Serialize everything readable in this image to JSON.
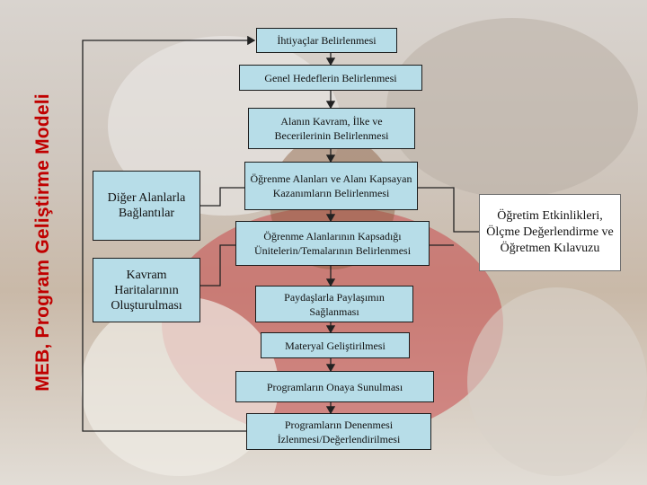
{
  "title": "MEB, Program Geliştirme Modeli",
  "center_steps": [
    "İhtiyaçlar Belirlenmesi",
    "Genel Hedeflerin Belirlenmesi",
    "Alanın Kavram, İlke ve Becerilerinin Belirlenmesi",
    "Öğrenme Alanları ve Alanı Kapsayan Kazanımların Belirlenmesi",
    "Öğrenme Alanlarının Kapsadığı Ünitelerin/Temalarının Belirlenmesi",
    "Paydaşlarla Paylaşımın Sağlanması",
    "Materyal Geliştirilmesi",
    "Programların Onaya Sunulması",
    "Programların Denenmesi İzlenmesi/Değerlendirilmesi"
  ],
  "side_boxes": {
    "related_fields": "Diğer Alanlarla Bağlantılar",
    "concept_maps": "Kavram Haritalarının Oluşturulması"
  },
  "right_box": "Öğretim Etkinlikleri, Ölçme Değerlendirme ve Öğretmen Kılavuzu"
}
